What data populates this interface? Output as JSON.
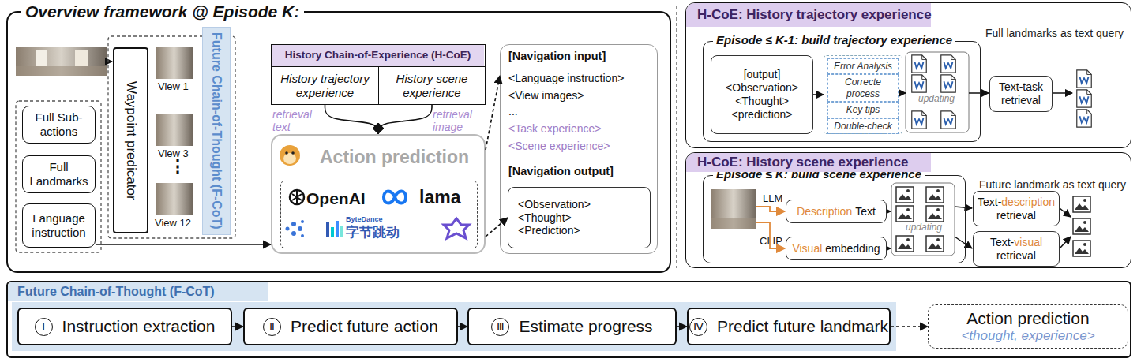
{
  "diagram": {
    "nodes": [
      {
        "text": [
          "Overview framework @ Episode K:"
        ]
      },
      {
        "text": [
          "Full Sub-actions"
        ],
        "in": 0
      },
      {
        "text": [
          "Full Landmarks"
        ],
        "in": 0
      },
      {
        "text": [
          "Language instruction"
        ],
        "in": 0
      },
      {
        "text": [
          "Waypoint predicator"
        ],
        "in": 0
      },
      {
        "text": [
          "Future Chain-of-Thought (F-CoT)"
        ],
        "in": 0
      },
      {
        "text": [
          "History Chain-of-Experience (H-CoE)"
        ],
        "in": 0
      },
      {
        "text": [
          "History trajectory experience"
        ],
        "in": 6
      },
      {
        "text": [
          "History scene experience"
        ],
        "in": 6
      },
      {
        "text": [
          "Action prediction"
        ],
        "in": 0
      },
      {
        "text": [
          "OpenAI",
          "lama",
          "ByteDance",
          "字节跳动"
        ],
        "in": 9
      },
      {
        "text": [
          "[Navigation input]",
          "<Language instruction>",
          "<View images>",
          "...",
          "<Task experience>",
          "<Scene experience>",
          "[Navigation output]"
        ],
        "in": 0
      },
      {
        "text": [
          "<Observation>",
          "<Thought>",
          "<Prediction>"
        ],
        "in": 11
      },
      {
        "text": [
          "H-CoE: History trajectory experience"
        ]
      },
      {
        "text": [
          "Episode ≤ K-1: build trajectory experience"
        ],
        "in": 13
      },
      {
        "text": [
          "[output]",
          "<Observation>",
          "<Thought>",
          "<prediction>"
        ],
        "in": 14
      },
      {
        "text": [
          "Error Analysis",
          "Correcte process",
          "Key tips",
          "Double-check"
        ],
        "in": 14
      },
      {
        "text": [
          "Text-task retrieval"
        ],
        "in": 13
      },
      {
        "text": [
          "H-CoE: History scene experience"
        ]
      },
      {
        "text": [
          "Episode ≤ K: build scene experience"
        ],
        "in": 18
      },
      {
        "text": [
          "Description",
          "Text"
        ],
        "in": 19
      },
      {
        "text": [
          "Visual",
          "embedding"
        ],
        "in": 19
      },
      {
        "text": [
          "Text-",
          "description",
          "retrieval"
        ],
        "in": 18
      },
      {
        "text": [
          "Text-",
          "visual",
          "retrieval"
        ],
        "in": 18
      },
      {
        "text": [
          "Future Chain-of-Thought (F-CoT)"
        ]
      },
      {
        "text": [
          "Ⅰ",
          "Instruction extraction"
        ],
        "in": 24
      },
      {
        "text": [
          "Ⅱ",
          "Predict future action"
        ],
        "in": 24
      },
      {
        "text": [
          "Ⅲ",
          "Estimate progress"
        ],
        "in": 24
      },
      {
        "text": [
          "Ⅳ",
          "Predict future landmark"
        ],
        "in": 24
      },
      {
        "text": [
          "Action prediction",
          "<thought, experience>"
        ],
        "in": 24
      }
    ],
    "edges": [
      {
        "from": 3,
        "to": 9,
        "arrow": "to"
      },
      {
        "from": 7,
        "to": 9,
        "arrow": "to"
      },
      {
        "from": 8,
        "to": 9,
        "arrow": "to"
      },
      {
        "from": 9,
        "to": 11,
        "arrow": "to"
      },
      {
        "from": 9,
        "to": 12,
        "arrow": "to"
      },
      {
        "from": 15,
        "to": 16,
        "arrow": "to"
      },
      {
        "from": 25,
        "to": 26,
        "arrow": "to"
      },
      {
        "from": 26,
        "to": 27,
        "arrow": "to"
      },
      {
        "from": 27,
        "to": 28,
        "arrow": "to"
      },
      {
        "from": 28,
        "to": 29,
        "arrow": "to"
      }
    ],
    "labels": [
      "View 1",
      "View 3",
      "⋮",
      "View 12",
      "retrieval text",
      "retrieval image",
      "updating",
      "Full landmarks as text query",
      "LLM",
      "CLIP",
      "updating",
      "Future landmark as text query"
    ]
  }
}
